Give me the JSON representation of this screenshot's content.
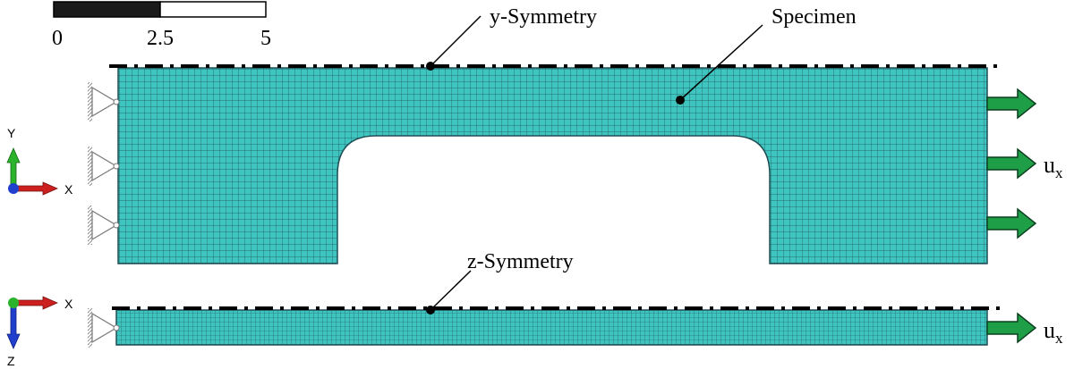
{
  "scale_bar": {
    "ticks": [
      "0",
      "2.5",
      "5"
    ]
  },
  "callouts": {
    "y_symmetry": "y-Symmetry",
    "specimen": "Specimen",
    "z_symmetry": "z-Symmetry"
  },
  "loads": {
    "top_label": "u",
    "top_sub": "x",
    "bottom_label": "u",
    "bottom_sub": "x"
  },
  "triads": {
    "top": {
      "up": "Y",
      "right": "X"
    },
    "bottom": {
      "right": "X",
      "down": "Z"
    }
  },
  "colors": {
    "mesh_fill": "#3fc5c0",
    "mesh_line": "#1f4f55",
    "arrow_fill": "#1f9e48",
    "arrow_stroke": "#0c4020",
    "axis_y": "#2bb32b",
    "axis_x": "#cc1f1f",
    "axis_z": "#1f3fcc"
  }
}
